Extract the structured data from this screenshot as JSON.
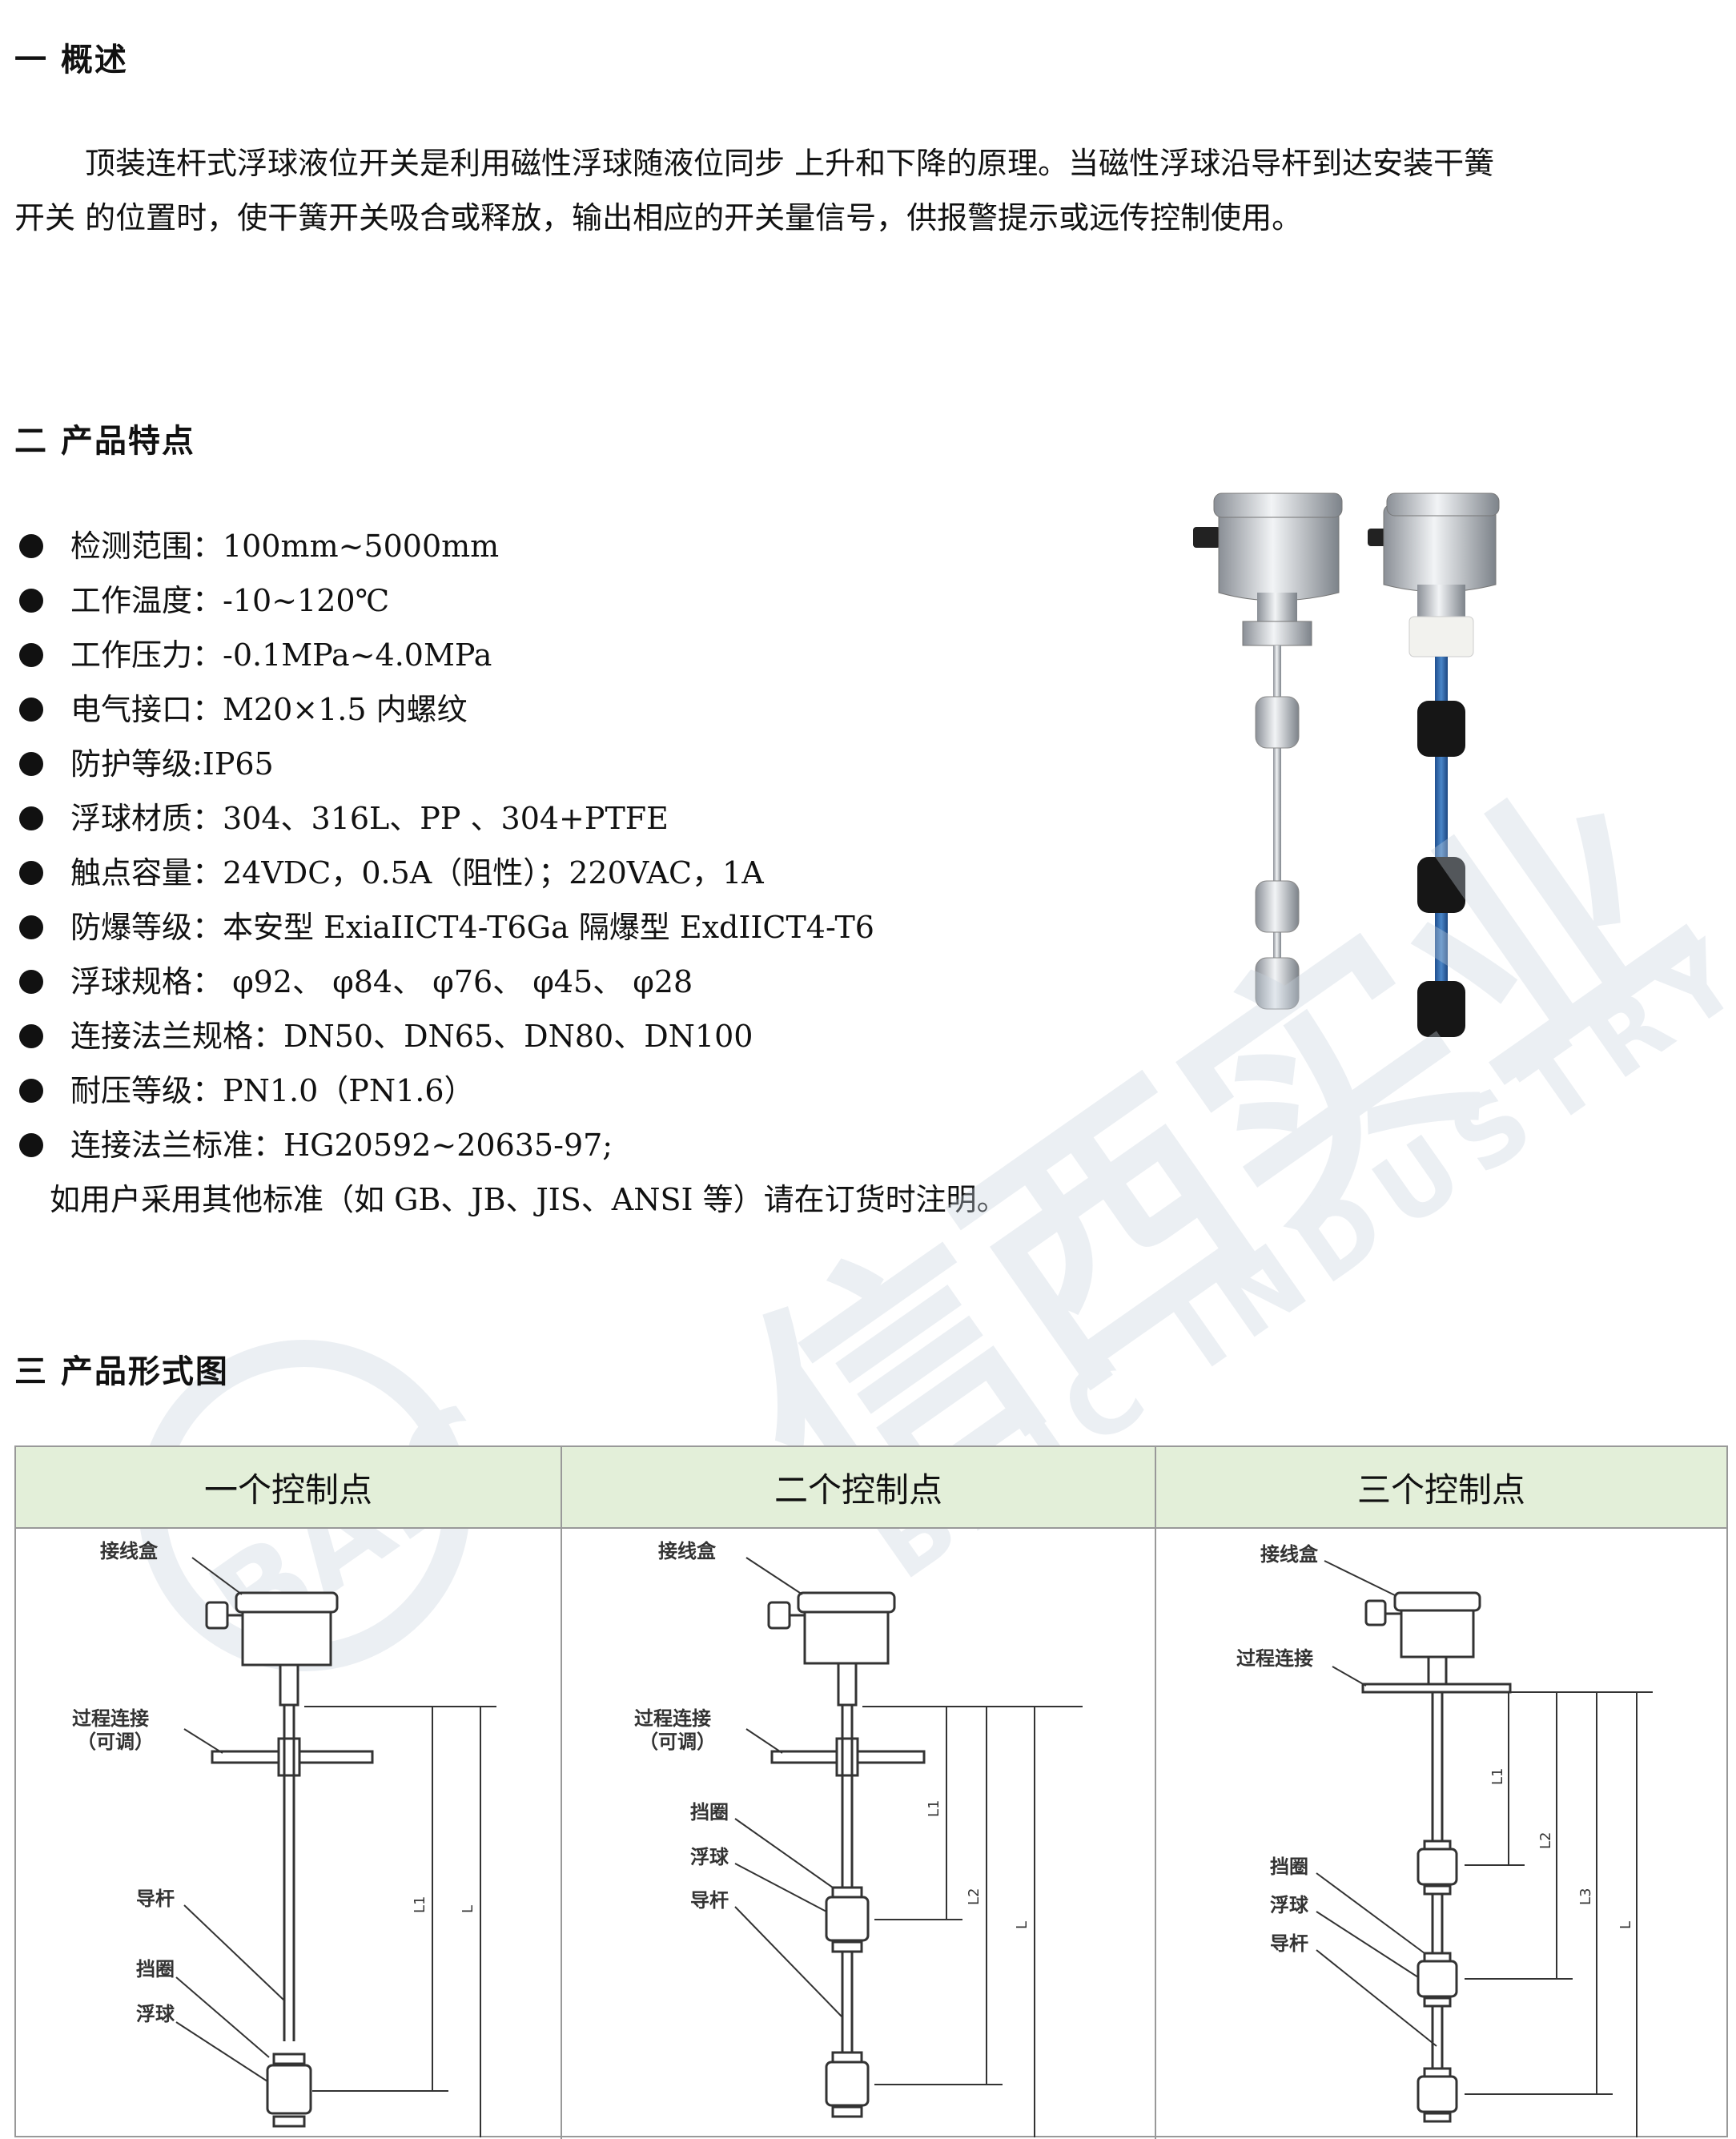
{
  "sections": {
    "overview": {
      "heading": "一 概述",
      "text_line1": "顶装连杆式浮球液位开关是利用磁性浮球随液位同步 上升和下降的原理。当磁性浮球沿导杆到达安装干簧",
      "text_line2": "开关 的位置时，使干簧开关吸合或释放，输出相应的开关量信号，供报警提示或远传控制使用。"
    },
    "features": {
      "heading": "二 产品特点",
      "items": [
        "检测范围：100mm~5000mm",
        "工作温度：-10~120℃",
        "工作压力：-0.1MPa~4.0MPa",
        "电气接口：M20×1.5 内螺纹",
        "防护等级:IP65",
        "浮球材质：304、316L、PP 、304+PTFE",
        "触点容量：24VDC，0.5A（阻性）；220VAC，1A",
        "防爆等级：本安型 ExiaIICT4-T6Ga 隔爆型 ExdIICT4-T6",
        "浮球规格： φ92、 φ84、 φ76、 φ45、 φ28",
        "连接法兰规格：DN50、DN65、DN80、DN100",
        "耐压等级：PN1.0（PN1.6）",
        "连接法兰标准：HG20592~20635-97;"
      ],
      "note": "如用户采用其他标准（如 GB、JB、JIS、ANSI 等）请在订货时注明。"
    },
    "forms": {
      "heading": "三 产品形式图",
      "columns": [
        "一个控制点",
        "二个控制点",
        "三个控制点"
      ]
    }
  },
  "diagram_labels": {
    "junction_box": "接线盒",
    "process_conn": "过程连接",
    "adjustable": "（可调）",
    "guide_rod": "导杆",
    "stop_ring": "挡圈",
    "float_ball": "浮球",
    "dim_L": "L",
    "dim_L1": "L1",
    "dim_L2": "L2",
    "dim_L3": "L3"
  },
  "watermark": {
    "cn": "信西实业",
    "en": "BAIC INDUSTRY",
    "logo": "BAIC"
  },
  "colors": {
    "table_header_bg": "#e3efd9",
    "border": "#999999",
    "watermark": "#c5d0dc"
  }
}
